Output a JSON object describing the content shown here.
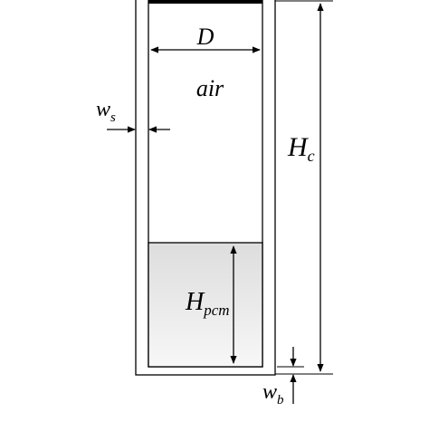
{
  "diagram": {
    "labels": {
      "diameter": "D",
      "air": "air",
      "wall_thickness_main": "w",
      "wall_thickness_sub": "s",
      "height_main": "H",
      "height_sub": "c",
      "pcm_height_main": "H",
      "pcm_height_sub": "pcm",
      "bottom_thickness_main": "w",
      "bottom_thickness_sub": "b"
    },
    "colors": {
      "line": "#000000",
      "pcm_fill_top": "#dddddd",
      "pcm_fill_bottom": "#f7f7f7",
      "lid": "#000000",
      "background": "#ffffff"
    }
  }
}
